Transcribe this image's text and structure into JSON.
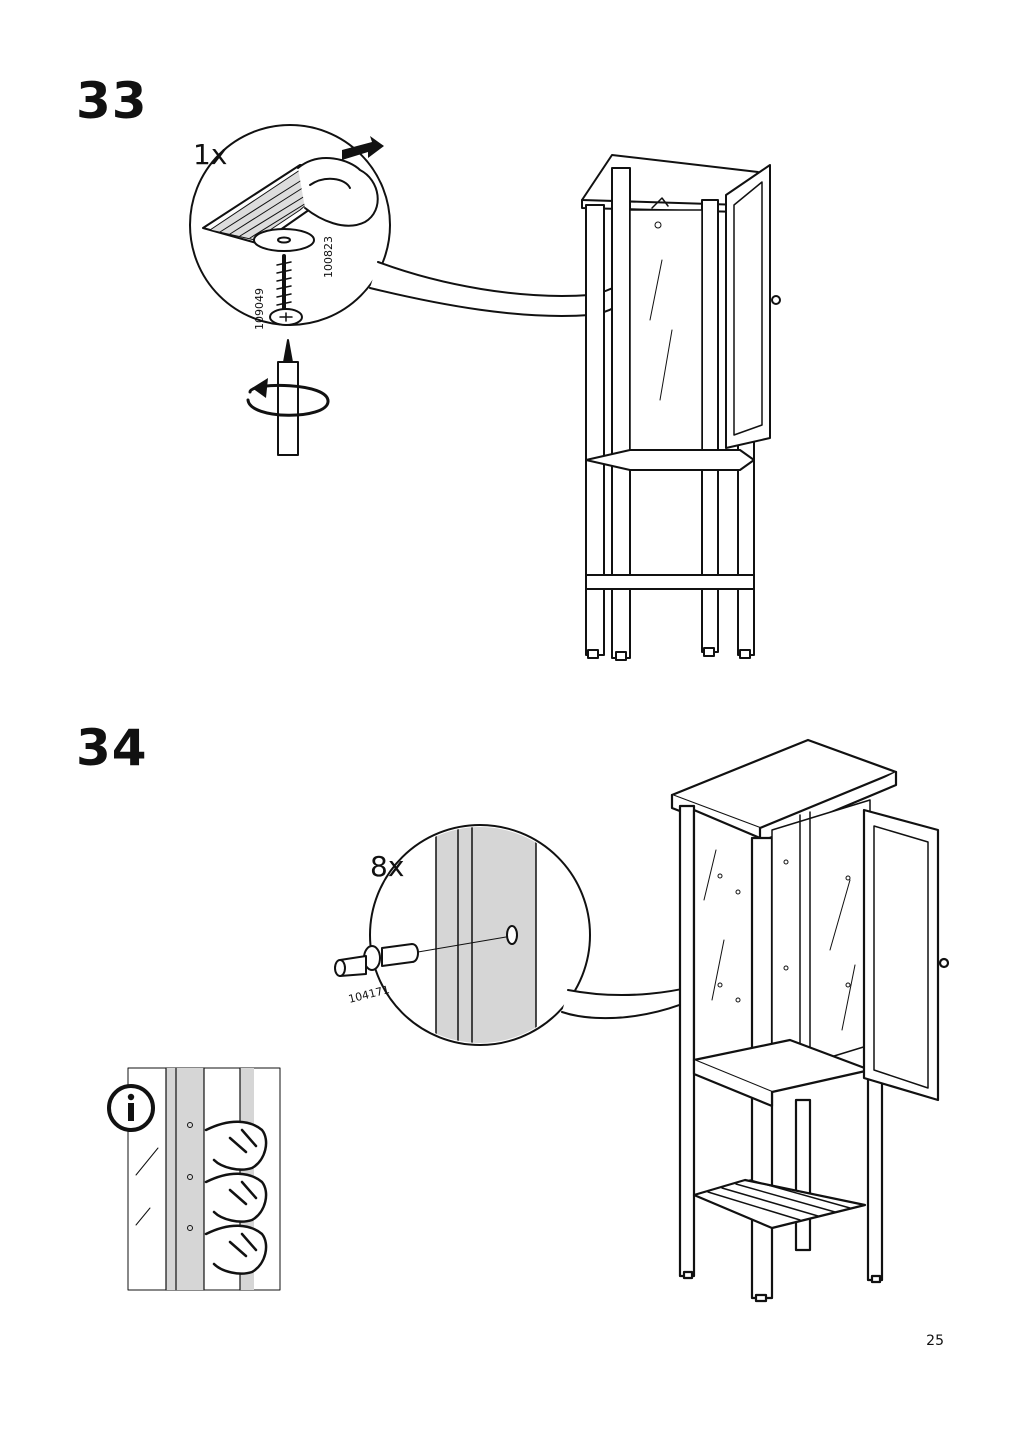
{
  "page_number": "25",
  "steps": [
    {
      "number": "33",
      "quantity": "1x",
      "parts": [
        "100823",
        "109049"
      ]
    },
    {
      "number": "34",
      "quantity": "8x",
      "parts": [
        "104171"
      ]
    }
  ],
  "info_icon": "info-icon"
}
